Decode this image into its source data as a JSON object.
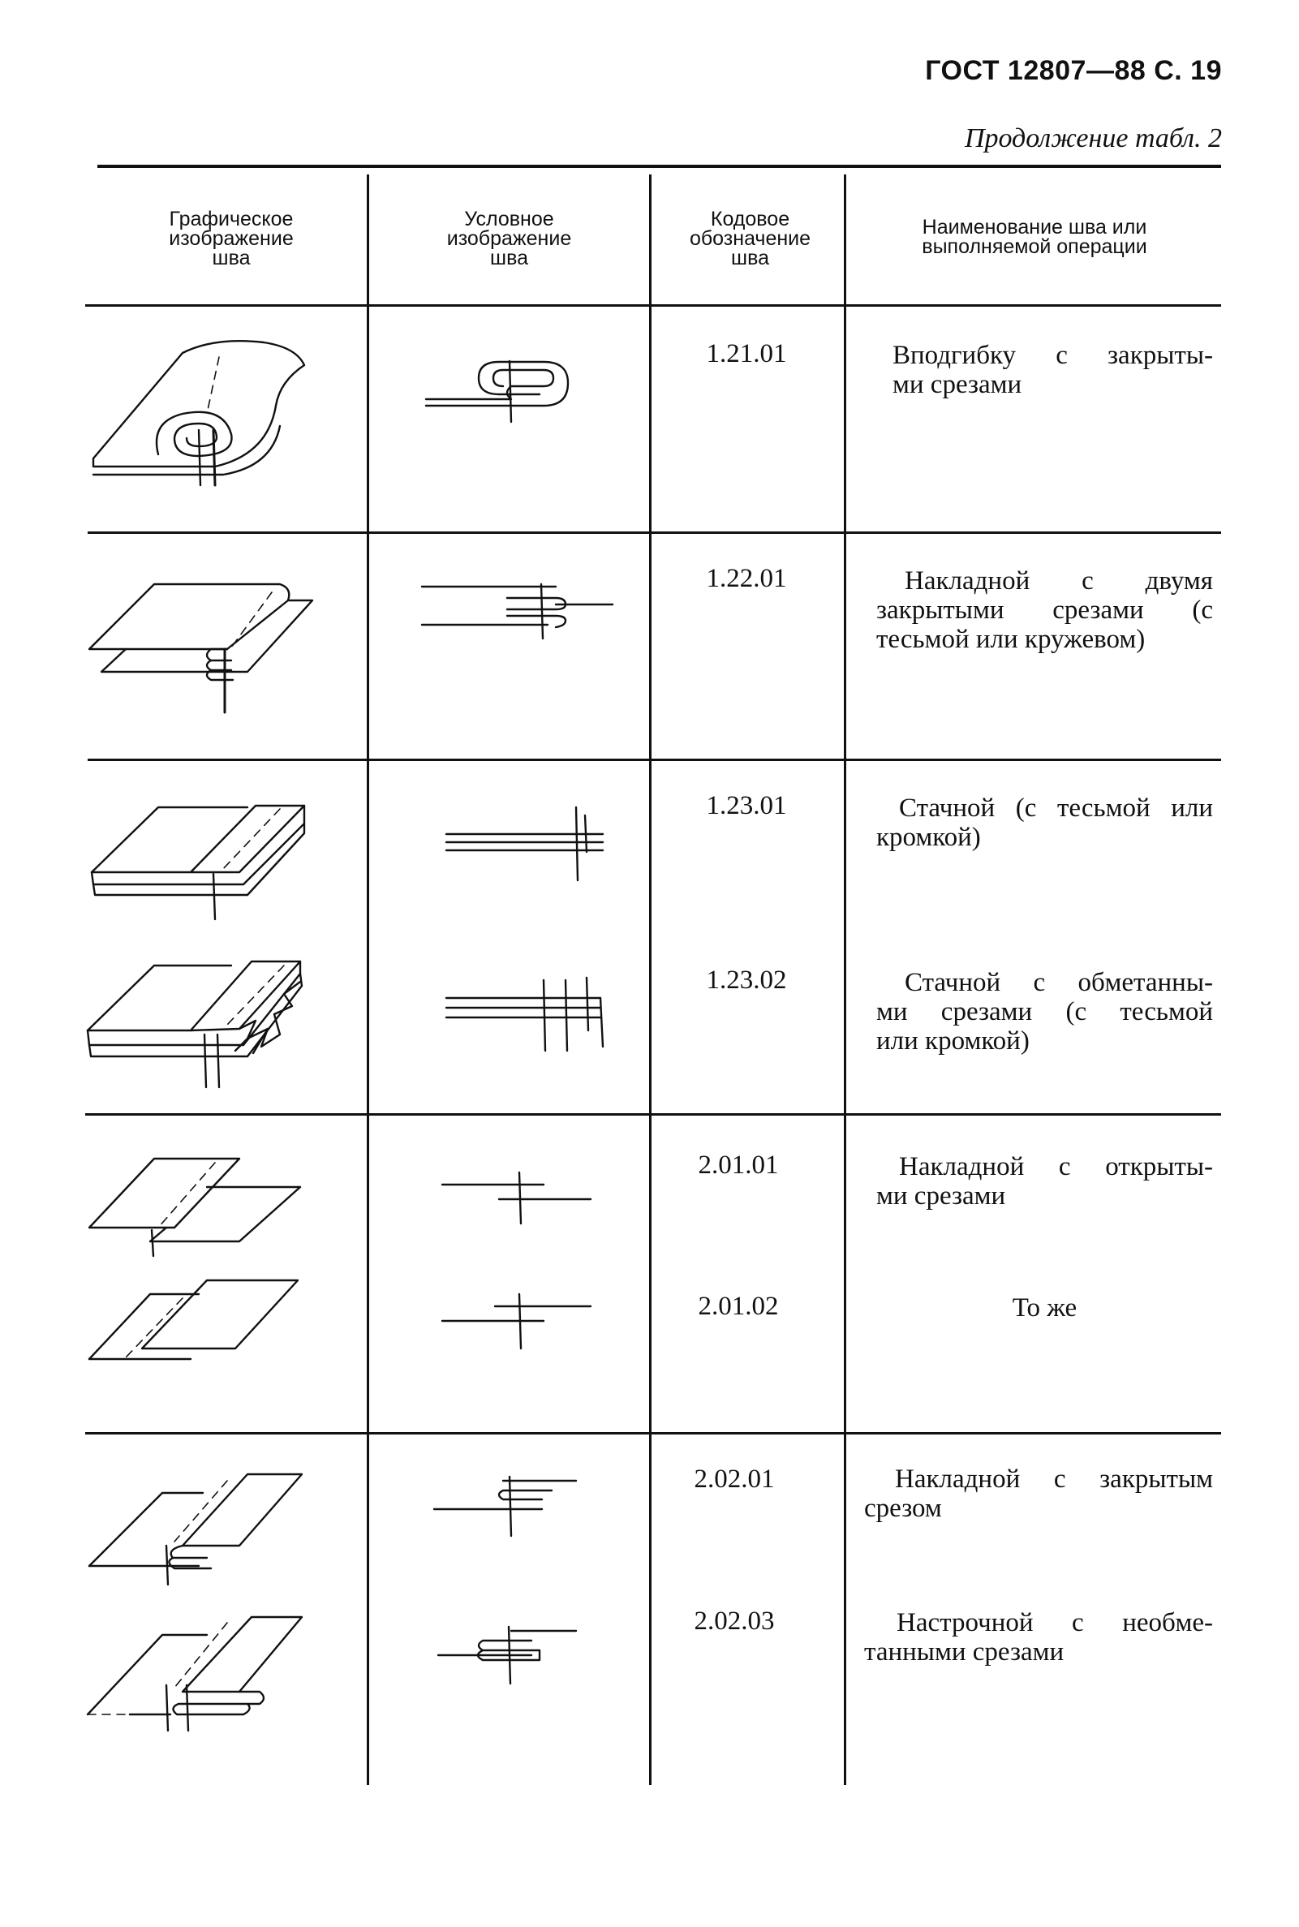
{
  "header": {
    "page_ref": "ГОСТ 12807—88 С. 19",
    "table_caption": "Продолжение табл. 2"
  },
  "columns": [
    [
      "Графическое",
      "изображение",
      "шва"
    ],
    [
      "Условное",
      "изображение",
      "шва"
    ],
    [
      "Кодовое",
      "обозначение",
      "шва"
    ],
    [
      "Наименование шва или",
      "выполняемой операции"
    ]
  ],
  "rows": [
    {
      "code": "1.21.01",
      "name_lines": [
        "Вподгибку с закрыты-",
        "ми срезами"
      ],
      "align": "justify"
    },
    {
      "code": "1.22.01",
      "name_lines": [
        "Накладной с двумя",
        "закрытыми срезами (с",
        "тесьмой или кружевом)"
      ],
      "align": "justify"
    },
    {
      "code": "1.23.01",
      "name_lines": [
        "Стачной (с тесьмой или",
        "кромкой)"
      ],
      "align": "justify"
    },
    {
      "code": "1.23.02",
      "name_lines": [
        "Стачной с обметанны-",
        "ми срезами (с тесьмой",
        "или кромкой)"
      ],
      "align": "justify"
    },
    {
      "code": "2.01.01",
      "name_lines": [
        "Накладной с открыты-",
        "ми срезами"
      ],
      "align": "justify"
    },
    {
      "code": "2.01.02",
      "name_lines": [
        "То же"
      ],
      "align": "center"
    },
    {
      "code": "2.02.01",
      "name_lines": [
        "Накладной с закрытым",
        "срезом"
      ],
      "align": "justify"
    },
    {
      "code": "2.02.03",
      "name_lines": [
        "Настрочной с необме-",
        "танными срезами"
      ],
      "align": "justify"
    }
  ]
}
